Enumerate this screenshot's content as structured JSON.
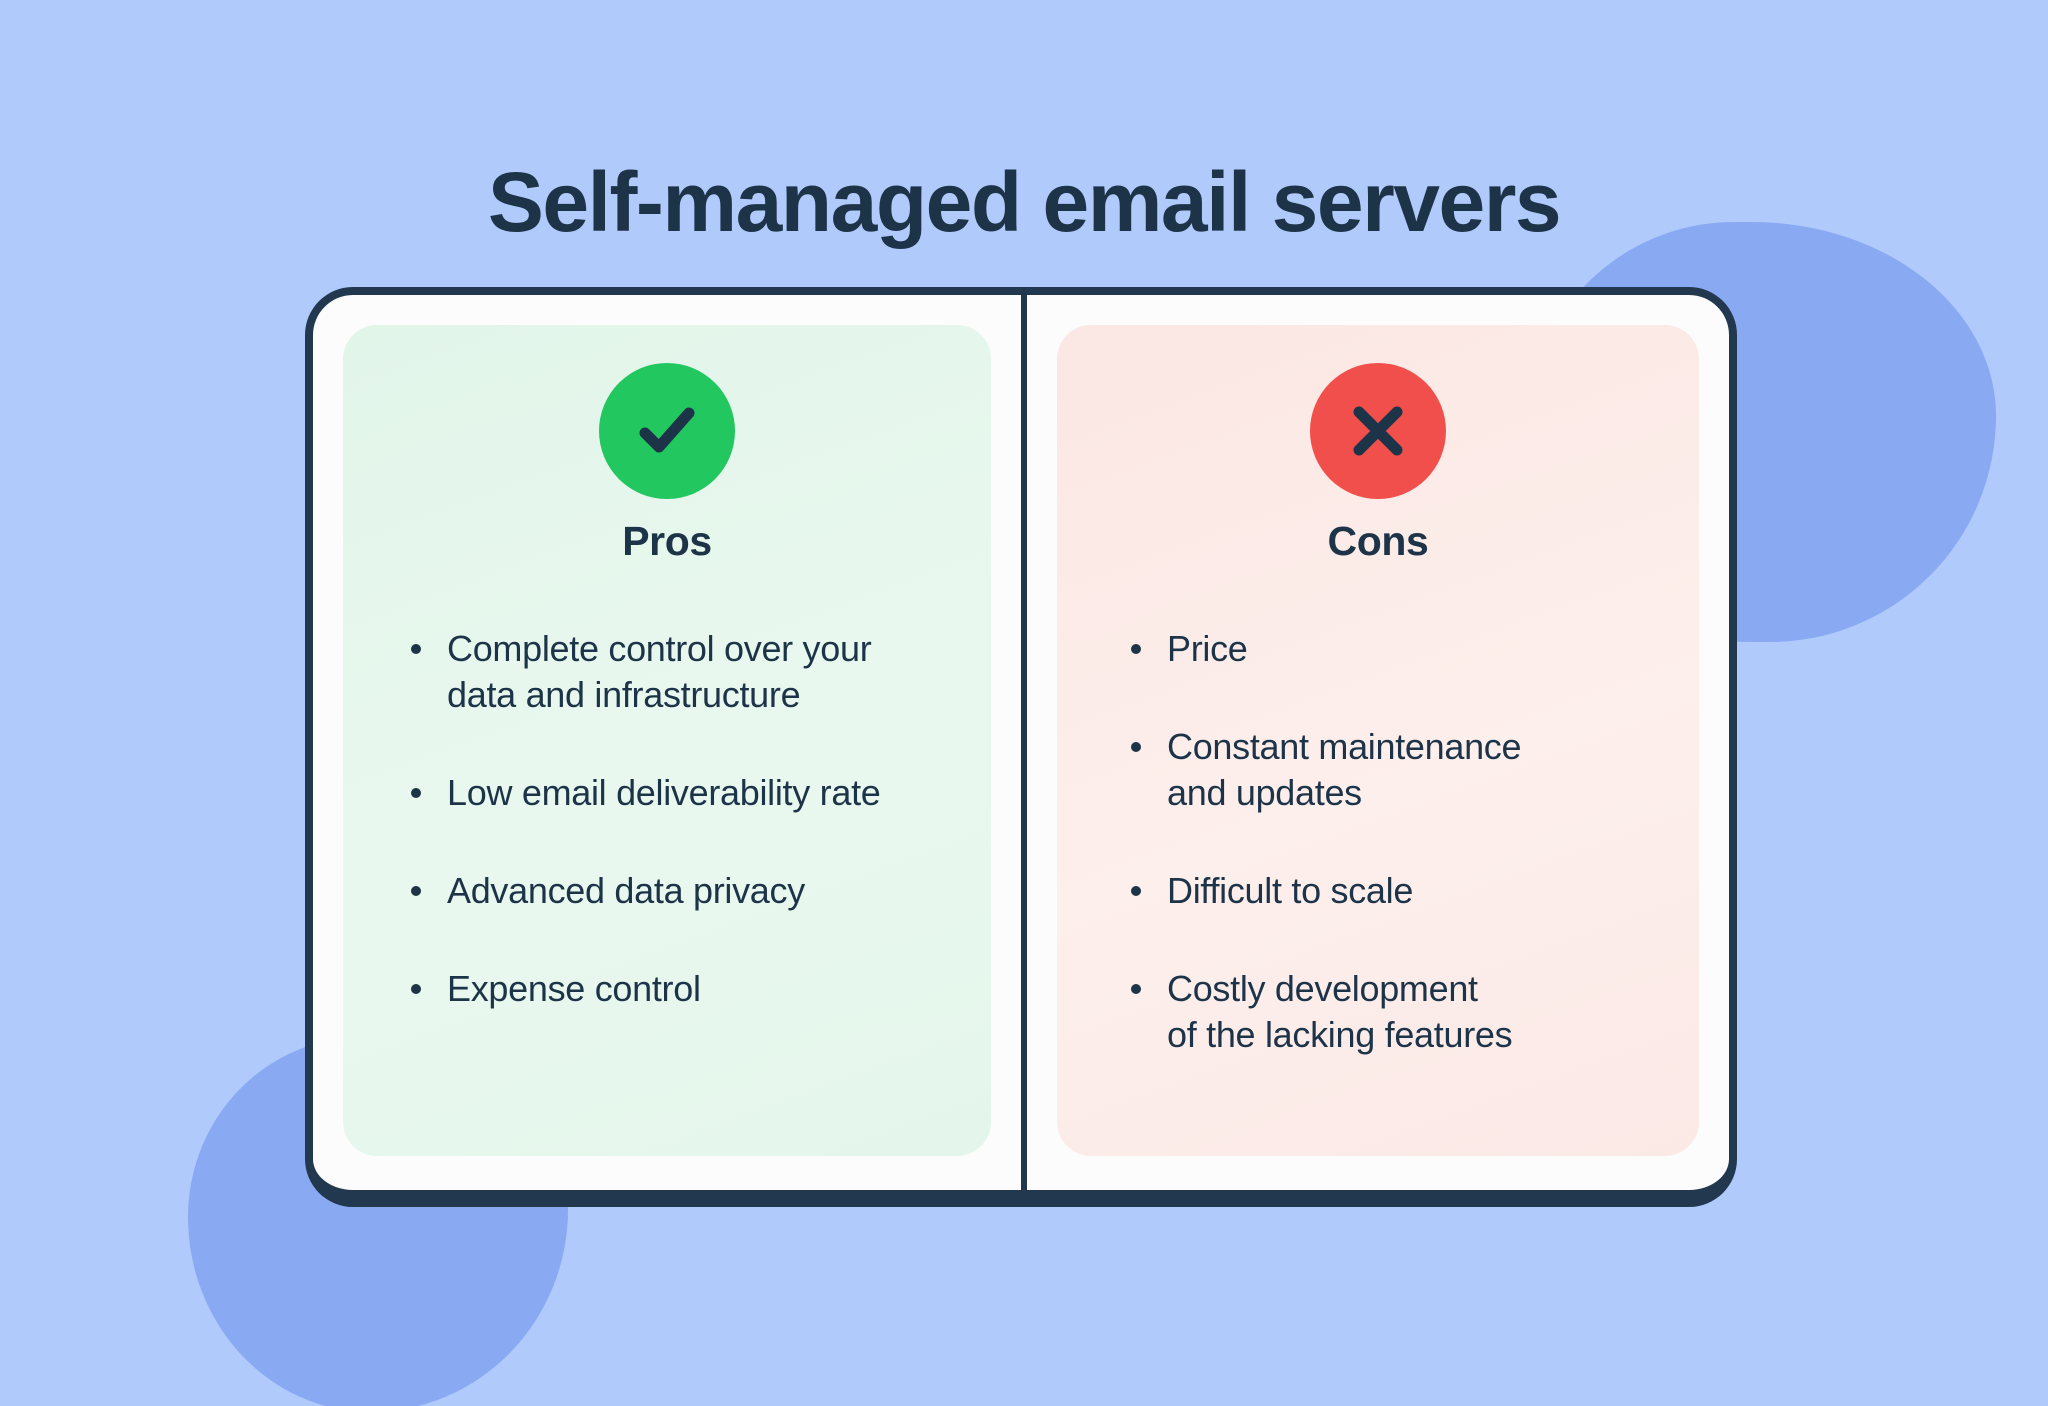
{
  "page": {
    "title": "Self-managed email servers",
    "background_color": "#B0CAFC",
    "text_color": "#1D3348"
  },
  "decor": {
    "blob_color": "#89A9F3",
    "blob_top_right_name": "decorative-blob-top-right",
    "blob_bottom_left_name": "decorative-blob-bottom-left"
  },
  "card": {
    "border_color": "#22384E",
    "background_color": "#FCFCFD"
  },
  "columns": [
    {
      "id": "pros",
      "heading": "Pros",
      "icon": "check-circle-icon",
      "icon_color": "#22C75F",
      "icon_glyph_color": "#1D3348",
      "panel_color": "#E6F6EC",
      "items": [
        "Complete control over your\ndata and infrastructure",
        "Low email deliverability rate",
        "Advanced data privacy",
        "Expense control"
      ]
    },
    {
      "id": "cons",
      "heading": "Cons",
      "icon": "x-circle-icon",
      "icon_color": "#F04F4C",
      "icon_glyph_color": "#1D3348",
      "panel_color": "#FCEBE8",
      "items": [
        "Price",
        "Constant maintenance\nand updates",
        "Difficult to scale",
        "Costly development\nof the lacking features"
      ]
    }
  ]
}
